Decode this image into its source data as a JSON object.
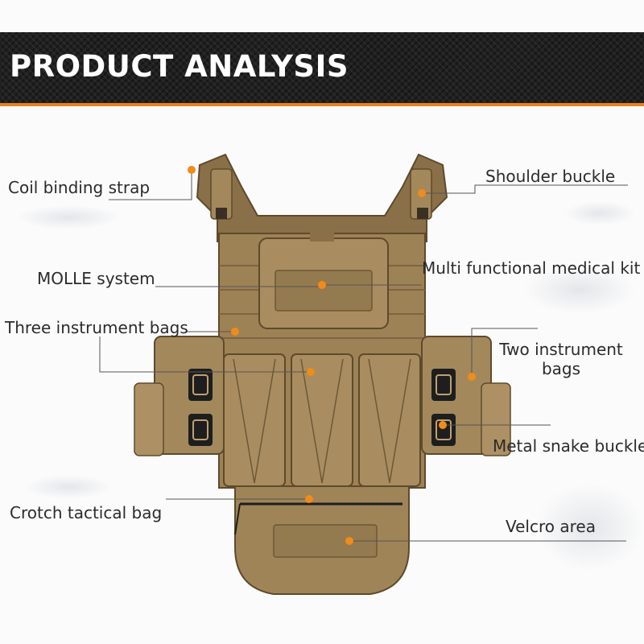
{
  "header": {
    "title": "PRODUCT ANALYSIS",
    "accent_color": "#e8801e"
  },
  "product": {
    "image_icon": "tactical-vest-illustration",
    "material_color": "#a3885c"
  },
  "callouts": {
    "coil_binding_strap": "Coil binding strap",
    "shoulder_buckle": "Shoulder buckle",
    "molle_system": "MOLLE system",
    "medical_kit": "Multi functional medical kit",
    "three_instrument_bags": "Three instrument bags",
    "two_instrument_bags": "Two instrument bags",
    "metal_snake_buckle": "Metal snake buckle",
    "crotch_tactical_bag": "Crotch tactical bag",
    "velcro_area": "Velcro area"
  },
  "marker_color": "#f08c1a"
}
